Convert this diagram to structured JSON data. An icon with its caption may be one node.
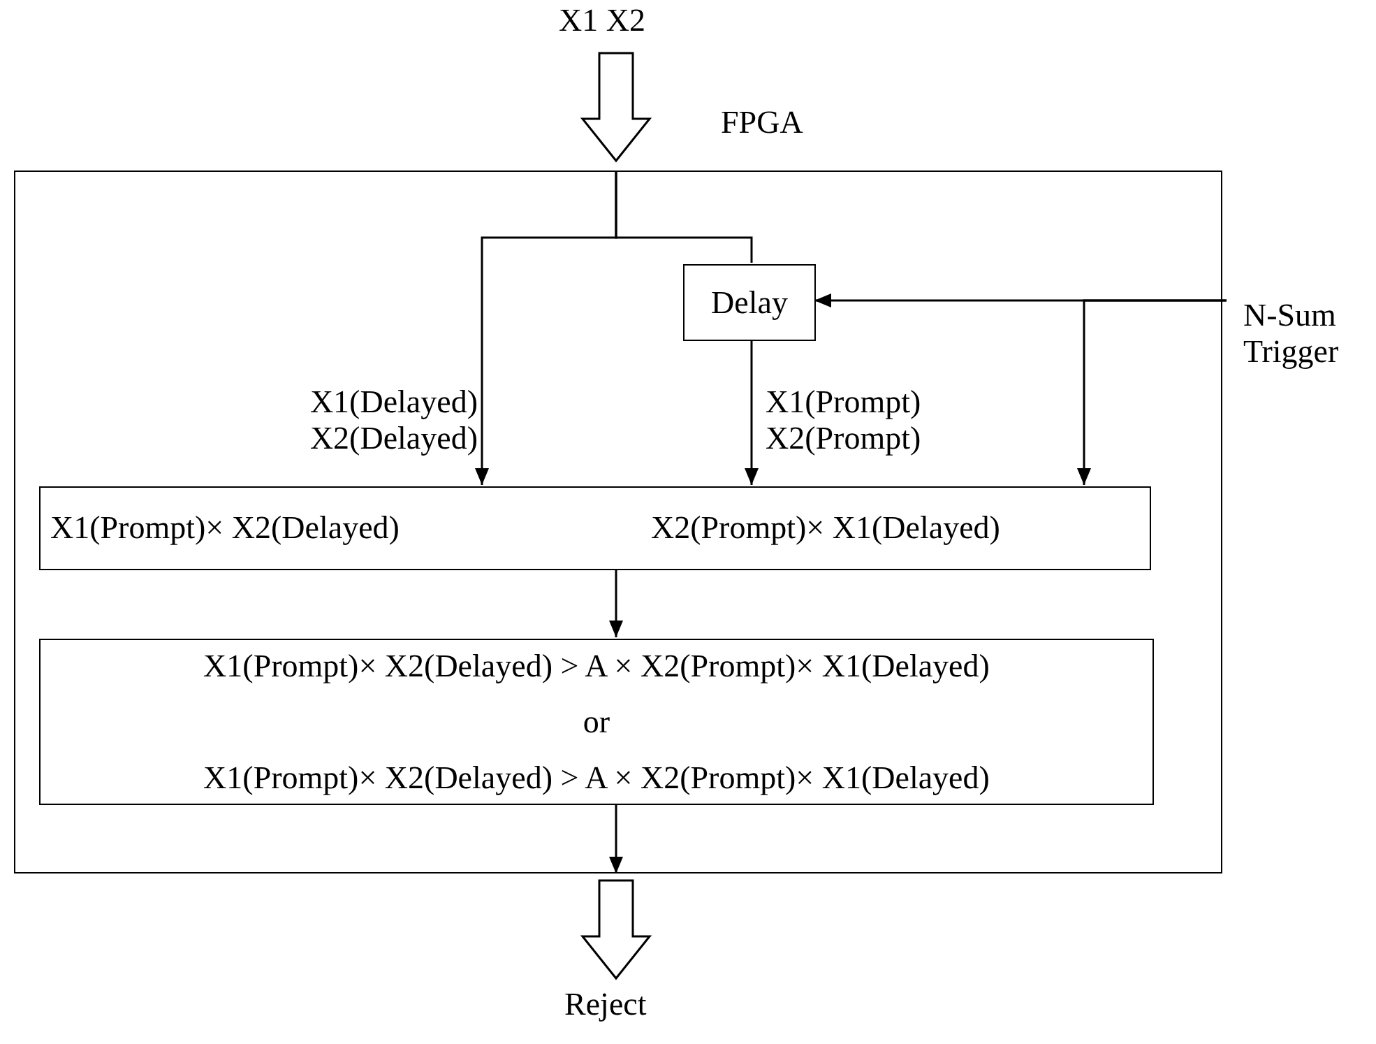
{
  "diagram": {
    "nodes": [
      {
        "text": [
          "X1 X2"
        ]
      },
      {
        "text": [
          "FPGA"
        ]
      },
      {
        "text": [
          "Delay"
        ],
        "in": 1
      },
      {
        "text": [
          "X1(Prompt)× X2(Delayed)",
          "X2(Prompt)× X1(Delayed)"
        ],
        "in": 1
      },
      {
        "text": [
          "X1(Prompt)× X2(Delayed) > A × X2(Prompt)× X1(Delayed)",
          "or",
          "X1(Prompt)× X2(Delayed) > A × X2(Prompt)× X1(Delayed)"
        ],
        "in": 1
      },
      {
        "text": [
          "N-Sum Trigger"
        ]
      },
      {
        "text": [
          "Reject"
        ]
      }
    ],
    "edges": [
      {
        "from": 0,
        "to": 1,
        "arrow": "to",
        "style": "thick"
      },
      {
        "from": 1,
        "to": 3,
        "arrow": "to",
        "label": "X1(Delayed) X2(Delayed)"
      },
      {
        "from": 1,
        "to": 2,
        "arrow": "none"
      },
      {
        "from": 2,
        "to": 3,
        "arrow": "to",
        "label": "X1(Prompt) X2(Prompt)"
      },
      {
        "from": 5,
        "to": 2,
        "arrow": "to"
      },
      {
        "from": 5,
        "to": 3,
        "arrow": "to"
      },
      {
        "from": 3,
        "to": 4,
        "arrow": "to"
      },
      {
        "from": 4,
        "to": 1,
        "arrow": "to"
      },
      {
        "from": 1,
        "to": 6,
        "arrow": "to",
        "style": "thick"
      }
    ]
  }
}
